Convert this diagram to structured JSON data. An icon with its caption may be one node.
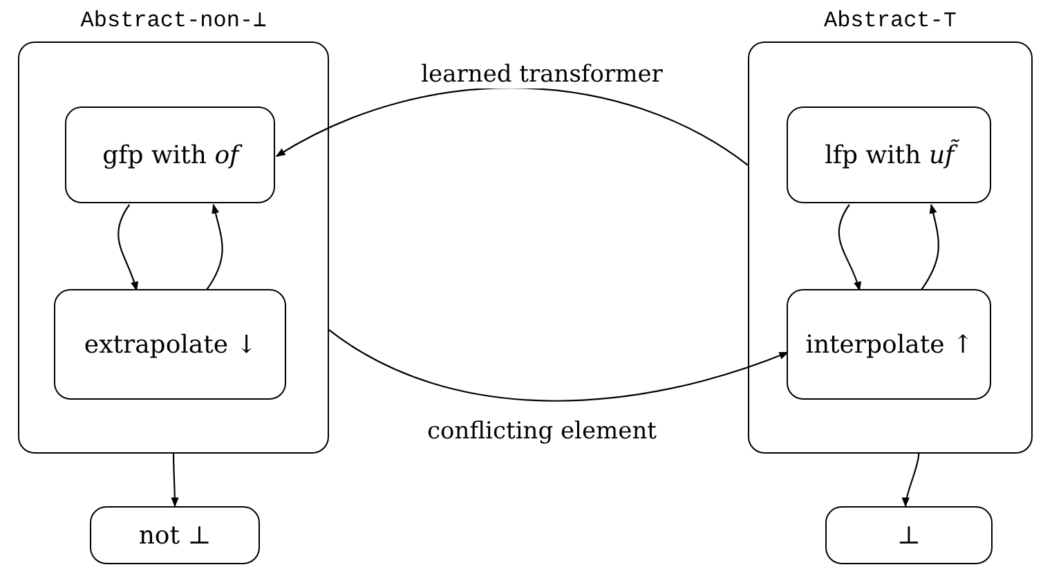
{
  "diagram": {
    "nodes": [
      {
        "text": [
          "Abstract-non-⊥"
        ]
      },
      {
        "text": [
          "gfp with *of*"
        ],
        "in": 0
      },
      {
        "text": [
          "extrapolate ↓"
        ],
        "in": 0
      },
      {
        "text": [
          "Abstract-⊤"
        ]
      },
      {
        "text": [
          "lfp with *uf̃*"
        ],
        "in": 3
      },
      {
        "text": [
          "interpolate ↑"
        ],
        "in": 3
      },
      {
        "text": [
          "not ⊥"
        ]
      },
      {
        "text": [
          "⊥"
        ]
      }
    ],
    "edges": [
      {
        "from": 1,
        "to": 2,
        "arrow": "to"
      },
      {
        "from": 2,
        "to": 1,
        "arrow": "to"
      },
      {
        "from": 4,
        "to": 5,
        "arrow": "to"
      },
      {
        "from": 5,
        "to": 4,
        "arrow": "to"
      },
      {
        "from": 3,
        "to": 1,
        "arrow": "to",
        "label": "learned transformer"
      },
      {
        "from": 0,
        "to": 5,
        "arrow": "to",
        "label": "conflicting element"
      },
      {
        "from": 0,
        "to": 6,
        "arrow": "to"
      },
      {
        "from": 3,
        "to": 7,
        "arrow": "to"
      }
    ]
  }
}
